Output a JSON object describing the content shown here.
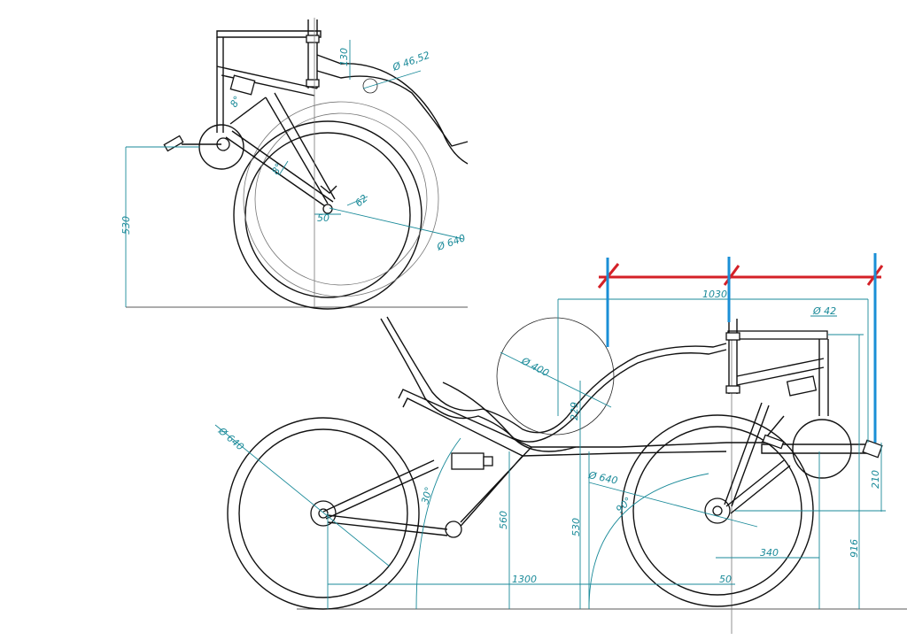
{
  "top_view": {
    "dims": {
      "d_tube": "Ø 46,52",
      "h_130": "130",
      "ang_8": "8°",
      "ang_8b": "8°",
      "off_62": "62",
      "off_50": "50",
      "d_wheel": "Ø 640",
      "h_530": "530"
    }
  },
  "side_view": {
    "dims": {
      "w_1030": "1030",
      "d_42": "Ø 42",
      "d_400": "Ø 400",
      "d_wheel_rear": "Ø 640",
      "d_wheel_front": "Ø 640",
      "h_229": "229",
      "ang_30": "30°",
      "h_560": "560",
      "h_530": "530",
      "ang_90": "90°",
      "w_1300": "1300",
      "w_340": "340",
      "w_50": "50",
      "h_210": "210",
      "h_916": "916"
    }
  },
  "markup": {
    "red_line_color": "#d42027",
    "blue_line_color": "#1a8fd6"
  }
}
